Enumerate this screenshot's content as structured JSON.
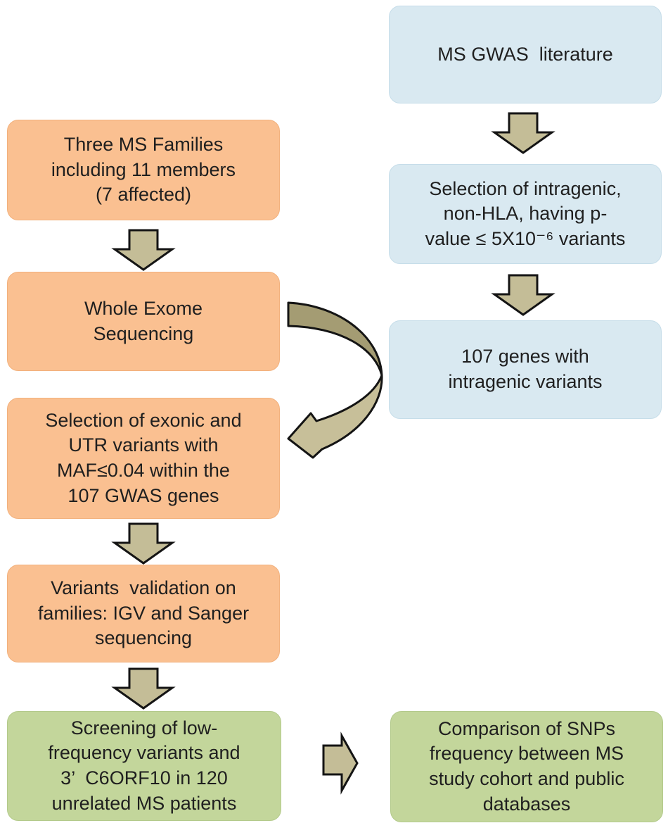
{
  "diagram": {
    "title": "MS study workflow flowchart",
    "colors": {
      "background": "#ffffff",
      "blue_box": "#d9e9f1",
      "orange_box": "#fac091",
      "green_box": "#c3d69b",
      "arrow_fill": "#c4bd97",
      "arrow_fill_light": "#c7bf99",
      "arrow_fill_dark": "#a49c73",
      "arrow_outline": "#141414",
      "text": "#1f1f1f"
    },
    "nodes": {
      "ms_gwas_literature": {
        "text": "MS GWAS  literature"
      },
      "selection_intragenic": {
        "text": "Selection of intragenic,\nnon-HLA, having p-\nvalue ≤ 5X10⁻⁶ variants"
      },
      "genes_107": {
        "text": "107 genes with\nintragenic variants"
      },
      "three_ms_families": {
        "text": "Three MS Families\nincluding 11 members\n(7 affected)"
      },
      "whole_exome_sequencing": {
        "text": "Whole Exome\nSequencing"
      },
      "selection_exonic": {
        "text": "Selection of exonic and\nUTR variants with\nMAF≤0.04 within the\n107 GWAS genes"
      },
      "variants_validation": {
        "text": "Variants  validation on\nfamilies: IGV and Sanger\nsequencing"
      },
      "screening_low_frequency": {
        "text": "Screening of low-\nfrequency variants and\n3’  C6ORF10 in 120\nunrelated MS patients"
      },
      "comparison_snps": {
        "text": "Comparison of SNPs\nfrequency between MS\nstudy cohort and public\ndatabases"
      }
    }
  }
}
